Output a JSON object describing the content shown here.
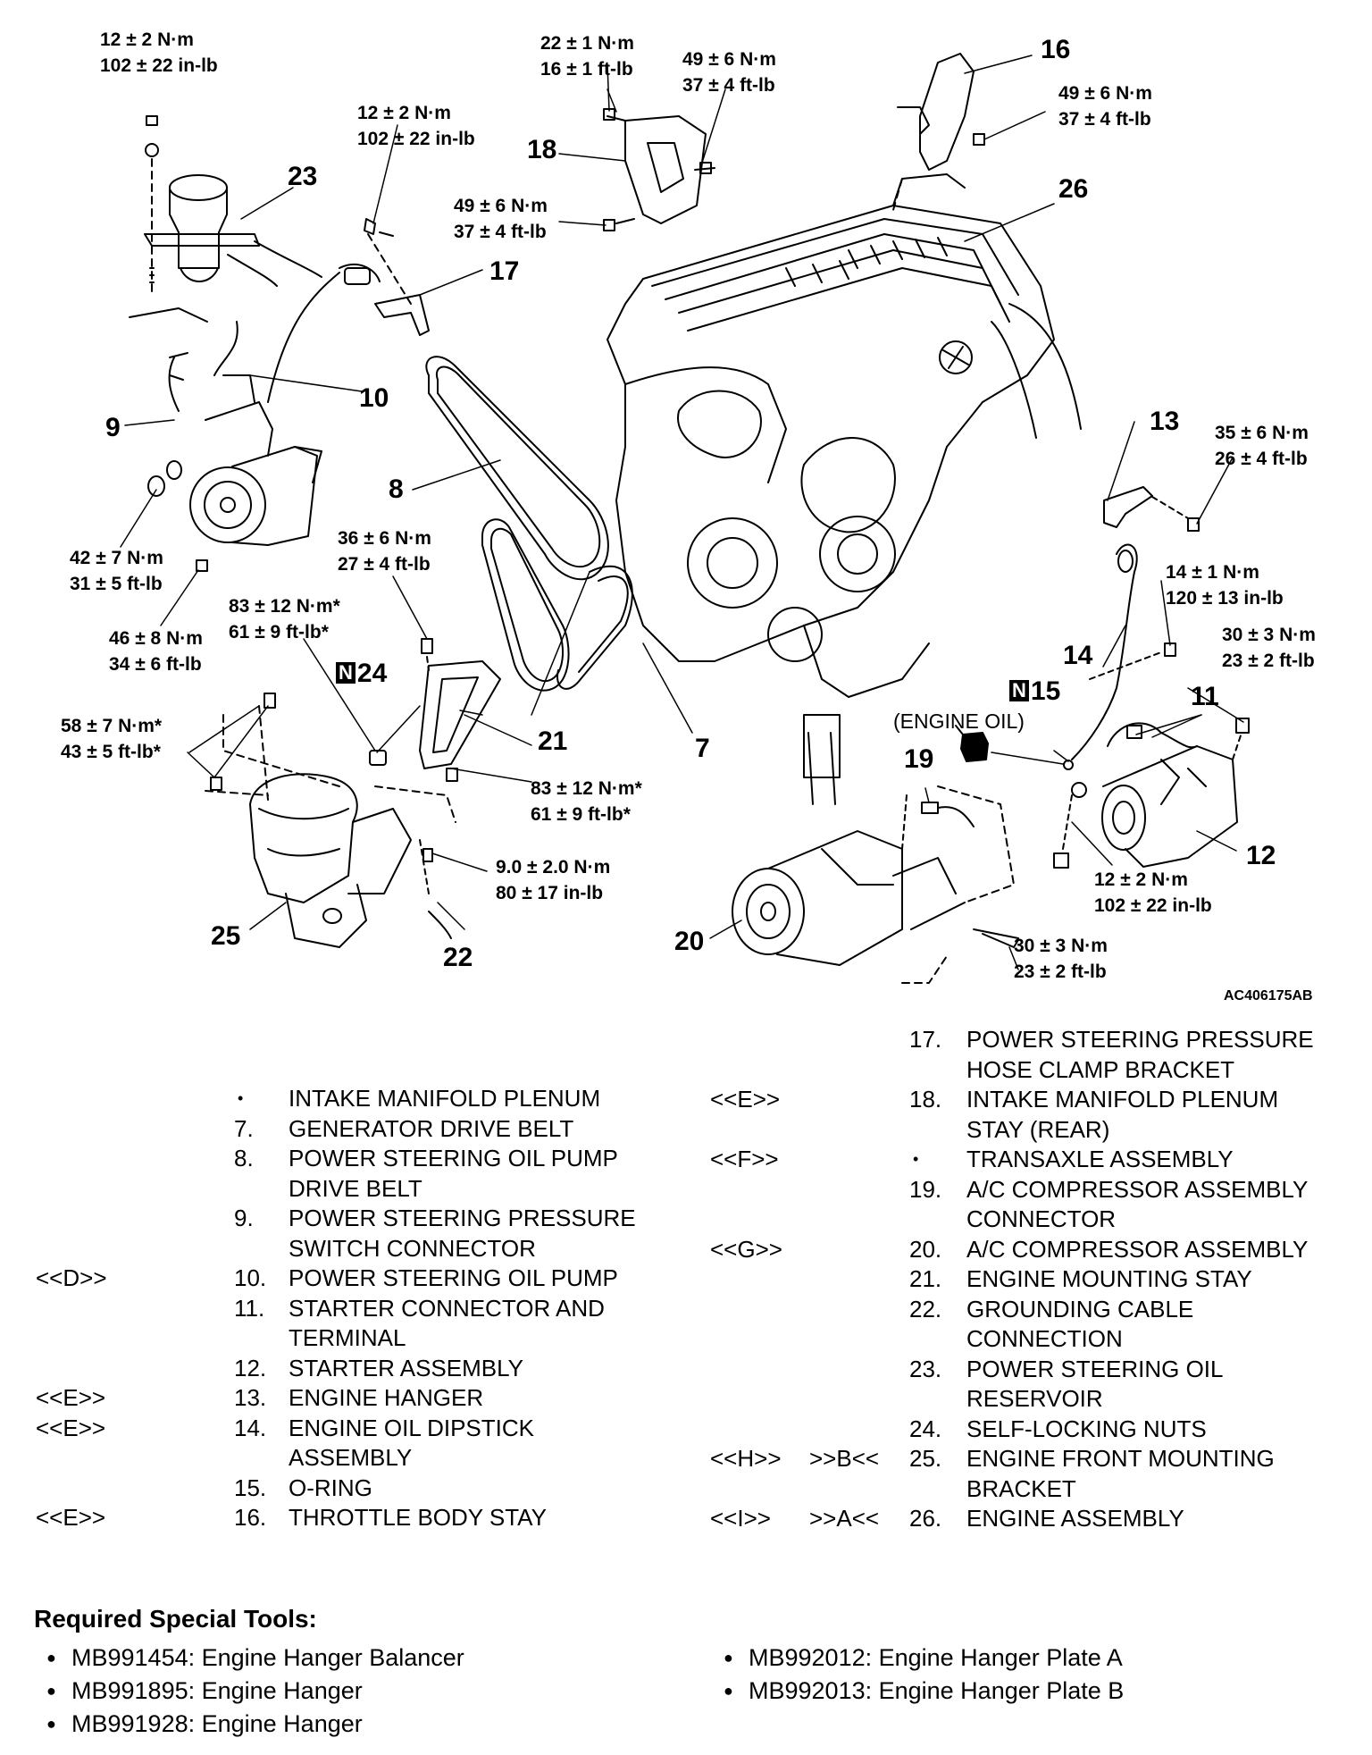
{
  "figure": {
    "id": "AC406175AB",
    "callouts": {
      "c7": "7",
      "c8": "8",
      "c9": "9",
      "c10": "10",
      "c11": "11",
      "c12": "12",
      "c13": "13",
      "c14": "14",
      "c15": "15",
      "c16": "16",
      "c17": "17",
      "c18": "18",
      "c19": "19",
      "c20": "20",
      "c21": "21",
      "c22": "22",
      "c23": "23",
      "c24": "24",
      "c25": "25",
      "c26": "26"
    },
    "new_part_marker": "N",
    "engine_oil_note": "(ENGINE OIL)",
    "torques": {
      "t23": [
        "12 ± 2 N·m",
        "102 ± 22 in-lb"
      ],
      "t17": [
        "12 ± 2 N·m",
        "102 ± 22 in-lb"
      ],
      "t18a": [
        "22 ± 1 N·m",
        "16 ± 1 ft-lb"
      ],
      "t18b": [
        "49 ± 6 N·m",
        "37 ± 4 ft-lb"
      ],
      "t18c": [
        "49 ± 6 N·m",
        "37 ± 4 ft-lb"
      ],
      "t16": [
        "49 ± 6 N·m",
        "37 ± 4 ft-lb"
      ],
      "t10a": [
        "42 ± 7 N·m",
        "31 ± 5 ft-lb"
      ],
      "t10b": [
        "46 ± 8 N·m",
        "34 ± 6 ft-lb"
      ],
      "t21": [
        "36 ± 6 N·m",
        "27 ± 4 ft-lb"
      ],
      "t24": [
        "83 ± 12 N·m*",
        "61 ± 9 ft-lb*"
      ],
      "t25": [
        "58 ± 7 N·m*",
        "43 ± 5 ft-lb*"
      ],
      "t21b": [
        "83 ± 12 N·m*",
        "61 ± 9 ft-lb*"
      ],
      "t22": [
        "9.0 ± 2.0 N·m",
        "80 ± 17 in-lb"
      ],
      "t13": [
        "35 ± 6 N·m",
        "26 ± 4 ft-lb"
      ],
      "t14": [
        "14 ± 1 N·m",
        "120 ± 13 in-lb"
      ],
      "t11": [
        "30 ± 3 N·m",
        "23 ± 2 ft-lb"
      ],
      "t12": [
        "12 ± 2 N·m",
        "102 ± 22 in-lb"
      ],
      "t20": [
        "30 ± 3 N·m",
        "23 ± 2 ft-lb"
      ]
    }
  },
  "legend": {
    "left": [
      {
        "ref": "",
        "num": "•",
        "text": "INTAKE MANIFOLD PLENUM"
      },
      {
        "ref": "",
        "num": "7.",
        "text": "GENERATOR DRIVE BELT"
      },
      {
        "ref": "",
        "num": "8.",
        "text": "POWER STEERING OIL PUMP"
      },
      {
        "ref": "",
        "num": "",
        "text": "DRIVE BELT"
      },
      {
        "ref": "",
        "num": "9.",
        "text": "POWER STEERING PRESSURE"
      },
      {
        "ref": "",
        "num": "",
        "text": "SWITCH CONNECTOR"
      },
      {
        "ref": "<<D>>",
        "num": "10.",
        "text": "POWER STEERING OIL PUMP"
      },
      {
        "ref": "",
        "num": "11.",
        "text": "STARTER CONNECTOR AND"
      },
      {
        "ref": "",
        "num": "",
        "text": "TERMINAL"
      },
      {
        "ref": "",
        "num": "12.",
        "text": "STARTER ASSEMBLY"
      },
      {
        "ref": "<<E>>",
        "num": "13.",
        "text": "ENGINE HANGER"
      },
      {
        "ref": "<<E>>",
        "num": "14.",
        "text": "ENGINE OIL DIPSTICK"
      },
      {
        "ref": "",
        "num": "",
        "text": "ASSEMBLY"
      },
      {
        "ref": "",
        "num": "15.",
        "text": "O-RING"
      },
      {
        "ref": "<<E>>",
        "num": "16.",
        "text": "THROTTLE BODY STAY"
      }
    ],
    "right": [
      {
        "ref": "",
        "ref2": "",
        "num": "17.",
        "text": "POWER STEERING PRESSURE"
      },
      {
        "ref": "",
        "ref2": "",
        "num": "",
        "text": "HOSE CLAMP BRACKET"
      },
      {
        "ref": "<<E>>",
        "ref2": "",
        "num": "18.",
        "text": "INTAKE MANIFOLD PLENUM"
      },
      {
        "ref": "",
        "ref2": "",
        "num": "",
        "text": "STAY (REAR)"
      },
      {
        "ref": "<<F>>",
        "ref2": "",
        "num": "•",
        "text": "TRANSAXLE ASSEMBLY"
      },
      {
        "ref": "",
        "ref2": "",
        "num": "19.",
        "text": "A/C COMPRESSOR ASSEMBLY"
      },
      {
        "ref": "",
        "ref2": "",
        "num": "",
        "text": "CONNECTOR"
      },
      {
        "ref": "<<G>>",
        "ref2": "",
        "num": "20.",
        "text": "A/C COMPRESSOR ASSEMBLY"
      },
      {
        "ref": "",
        "ref2": "",
        "num": "21.",
        "text": "ENGINE MOUNTING STAY"
      },
      {
        "ref": "",
        "ref2": "",
        "num": "22.",
        "text": "GROUNDING CABLE"
      },
      {
        "ref": "",
        "ref2": "",
        "num": "",
        "text": "CONNECTION"
      },
      {
        "ref": "",
        "ref2": "",
        "num": "23.",
        "text": "POWER STEERING OIL"
      },
      {
        "ref": "",
        "ref2": "",
        "num": "",
        "text": "RESERVOIR"
      },
      {
        "ref": "",
        "ref2": "",
        "num": "24.",
        "text": "SELF-LOCKING NUTS"
      },
      {
        "ref": "<<H>>",
        "ref2": ">>B<<",
        "num": "25.",
        "text": "ENGINE FRONT MOUNTING"
      },
      {
        "ref": "",
        "ref2": "",
        "num": "",
        "text": "BRACKET"
      },
      {
        "ref": "<<I>>",
        "ref2": ">>A<<",
        "num": "26.",
        "text": "ENGINE ASSEMBLY"
      }
    ]
  },
  "tools": {
    "title": "Required Special Tools:",
    "left": [
      "MB991454: Engine Hanger Balancer",
      "MB991895: Engine Hanger",
      "MB991928: Engine Hanger"
    ],
    "right": [
      "MB992012: Engine Hanger Plate A",
      "MB992013: Engine Hanger Plate B"
    ]
  }
}
